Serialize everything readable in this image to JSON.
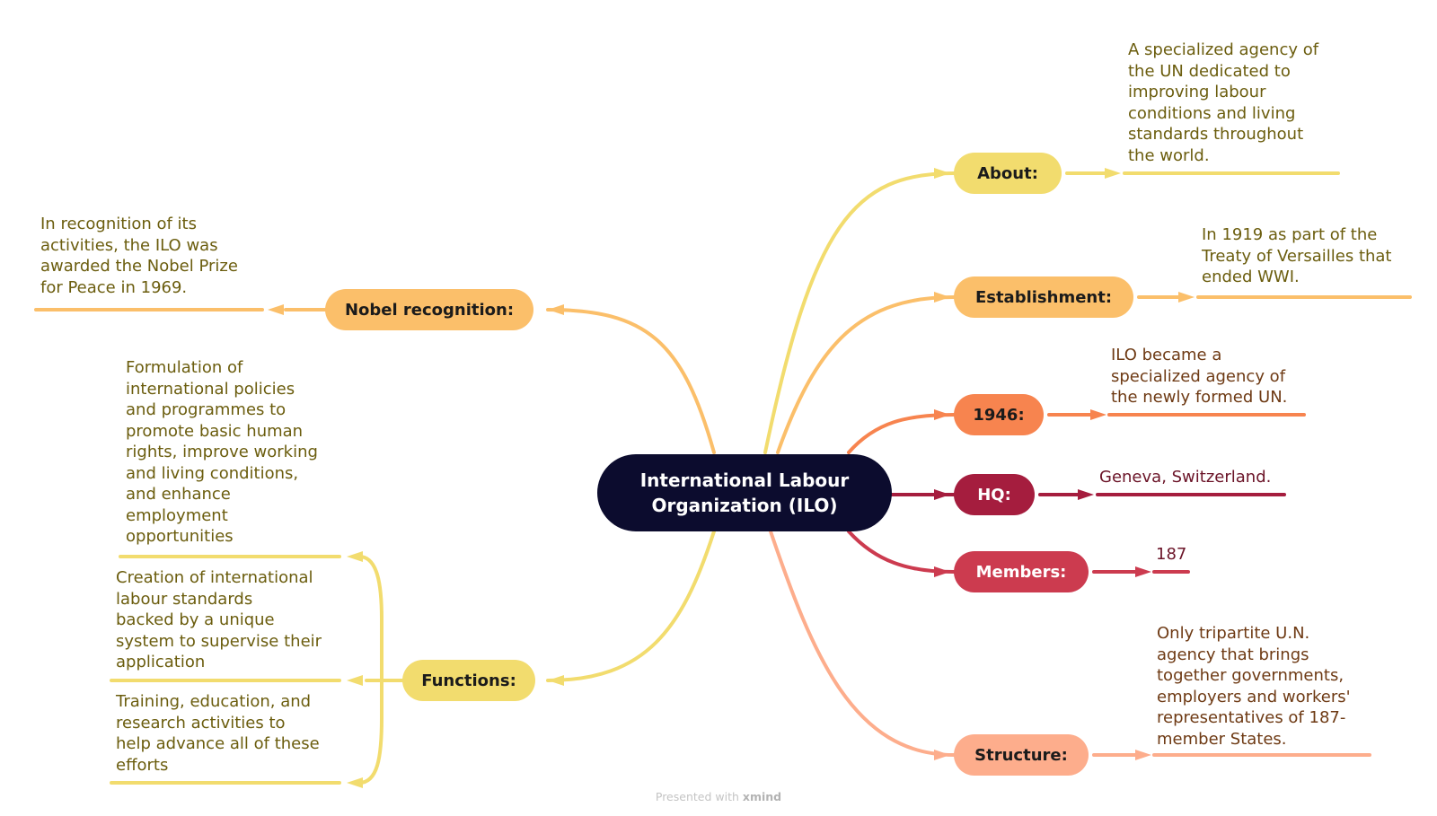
{
  "central": {
    "title_line1": "International Labour",
    "title_line2": "Organization (ILO)"
  },
  "branches": {
    "about": {
      "label": "About:",
      "text": [
        "A specialized agency of",
        "the UN dedicated to",
        "improving labour",
        "conditions and living",
        "standards throughout",
        "the world."
      ],
      "color": "#f2dc6e"
    },
    "establishment": {
      "label": "Establishment:",
      "text": [
        "In 1919 as part of the",
        "Treaty of Versailles that",
        "ended WWI."
      ],
      "color": "#fbbf6a"
    },
    "y1946": {
      "label": "1946:",
      "text": [
        "ILO became a",
        "specialized agency of",
        "the newly formed UN."
      ],
      "color": "#f7844f"
    },
    "hq": {
      "label": "HQ:",
      "text": [
        "Geneva, Switzerland."
      ],
      "color": "#a51d3e"
    },
    "members": {
      "label": "Members:",
      "text": [
        "187"
      ],
      "color": "#cc3b4f"
    },
    "structure": {
      "label": "Structure:",
      "text": [
        "Only tripartite U.N.",
        "agency that brings",
        "together governments,",
        "employers and workers'",
        "representatives of 187-",
        "member States."
      ],
      "color": "#fdad8c"
    },
    "nobel": {
      "label": "Nobel recognition:",
      "text": [
        "In recognition of its",
        "activities, the ILO was",
        "awarded the Nobel Prize",
        "for Peace in 1969."
      ],
      "color": "#fbbf6a"
    },
    "functions": {
      "label": "Functions:",
      "color": "#f2dc6e",
      "items": [
        [
          "Formulation of",
          "international policies",
          "and programmes to",
          "promote basic human",
          "rights, improve working",
          "and living conditions,",
          "and enhance",
          "employment",
          "opportunities"
        ],
        [
          "Creation of international",
          "labour standards",
          "backed by a unique",
          "system to supervise their",
          "application"
        ],
        [
          "Training, education, and",
          "research activities to",
          "help advance all of these",
          "efforts"
        ]
      ]
    }
  },
  "text_colors": {
    "olive": "#6b5d0e",
    "brown": "#6e3a14",
    "maroon": "#6b1428"
  },
  "footer": {
    "prefix": "Presented with",
    "brand": "xmind"
  }
}
